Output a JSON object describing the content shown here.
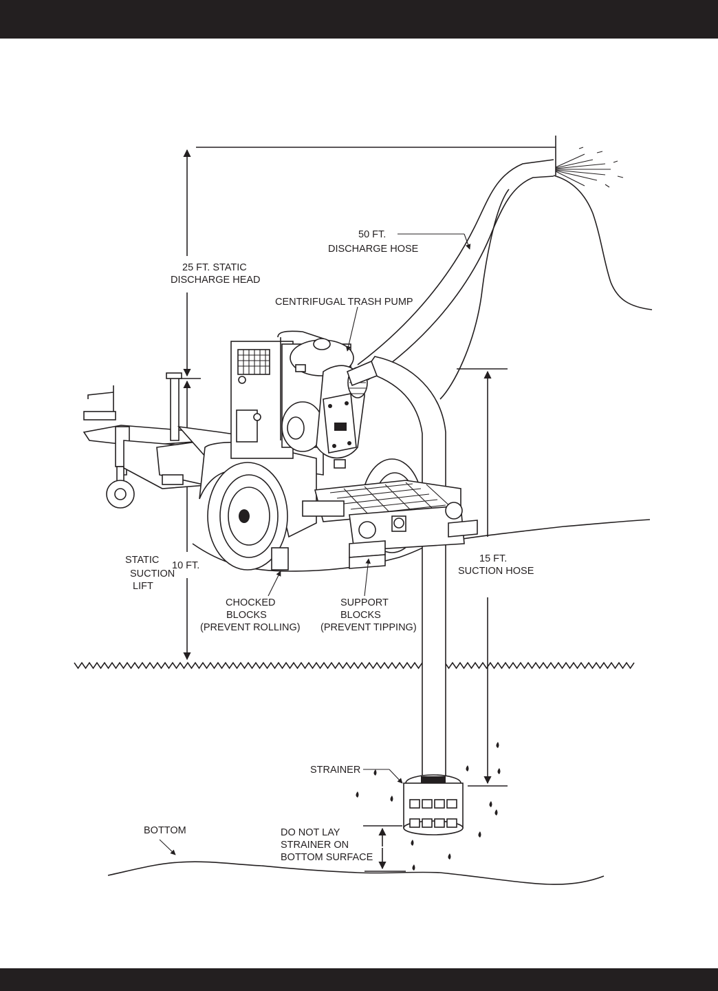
{
  "colors": {
    "ink": "#231f20",
    "background": "#ffffff",
    "bars": "#231f20"
  },
  "labels": {
    "discharge_hose_1": "50 FT.",
    "discharge_hose_2": "DISCHARGE HOSE",
    "static_head_1": "25 FT. STATIC",
    "static_head_2": "DISCHARGE HEAD",
    "pump": "CENTRIFUGAL TRASH PUMP",
    "static_lift_1": "STATIC",
    "static_lift_2": "SUCTION",
    "static_lift_3": "LIFT",
    "lift_value": "10 FT.",
    "suction_hose_1": "15 FT.",
    "suction_hose_2": "SUCTION HOSE",
    "chocked_1": "CHOCKED",
    "chocked_2": "BLOCKS",
    "chocked_3": "(PREVENT ROLLING)",
    "support_1": "SUPPORT",
    "support_2": "BLOCKS",
    "support_3": "(PREVENT TIPPING)",
    "strainer": "STRAINER",
    "bottom": "BOTTOM",
    "warning_1": "DO NOT LAY",
    "warning_2": "STRAINER ON",
    "warning_3": "BOTTOM SURFACE"
  }
}
